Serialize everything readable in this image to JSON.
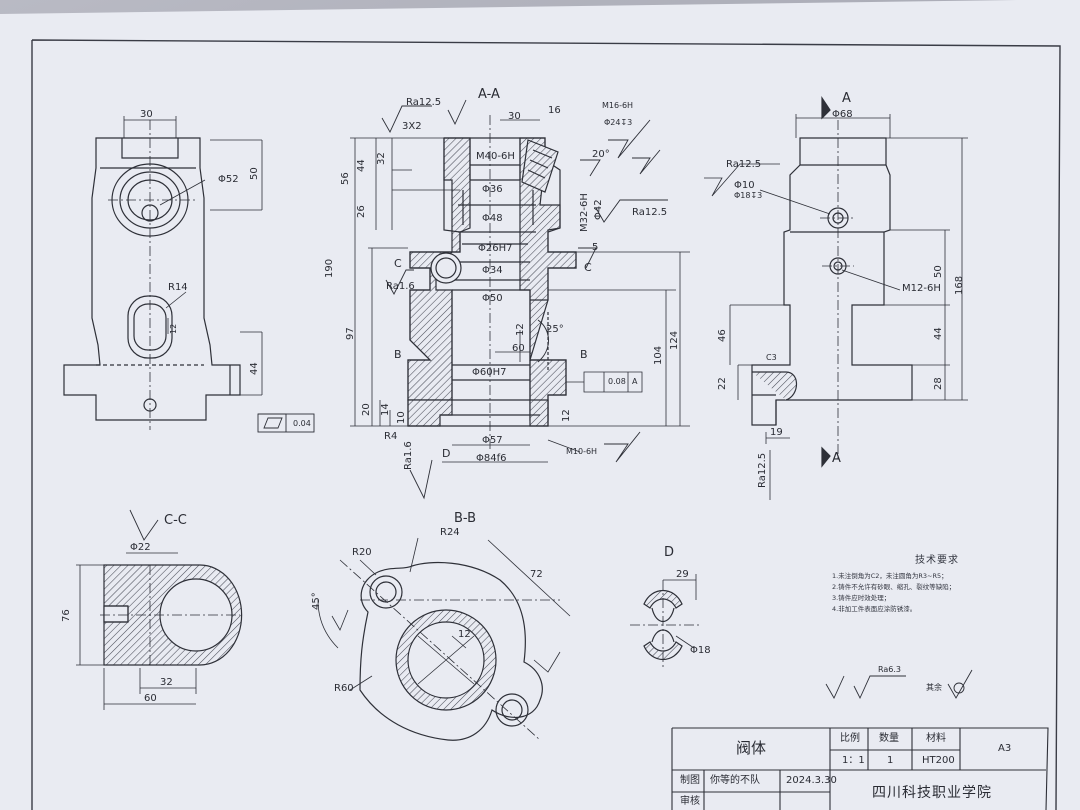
{
  "views": {
    "section_aa": "A-A",
    "arrow_a_top": "A",
    "arrow_a_bottom": "A",
    "section_bb": "B-B",
    "section_cc": "C-C",
    "view_d": "D",
    "marker_c_left": "C",
    "marker_c_right": "C",
    "marker_b_left": "B",
    "marker_b_right": "B",
    "marker_d": "D"
  },
  "dims_front": {
    "d30": "30",
    "d52": "Φ52",
    "d50": "50",
    "r14": "R14",
    "d12": "12",
    "d44": "44"
  },
  "dims_section": {
    "ra125": "Ra12.5",
    "chamfer": "3X2",
    "d30": "30",
    "d16": "16",
    "m16": "M16-6H",
    "depth24": "Φ24↧3",
    "ang20": "20°",
    "m40": "M40-6H",
    "d36": "Φ36",
    "d48": "Φ48",
    "m32": "M32-6H",
    "d42": "Φ42",
    "ra125b": "Ra12.5",
    "d26": "Φ26H7",
    "d5": "5",
    "d34": "Φ34",
    "ra16": "Ra1.6",
    "d50": "Φ50",
    "d12": "12",
    "ang25": "25°",
    "d60": "60",
    "d60h7": "Φ60H7",
    "d57": "Φ57",
    "d84": "Φ84f6",
    "m10": "M10-6H",
    "r4": "R4",
    "ra16b": "Ra1.6",
    "h190": "190",
    "h97": "97",
    "h56": "56",
    "h44": "44",
    "h32": "32",
    "h26": "26",
    "h20": "20",
    "h14": "14",
    "h10": "10",
    "h12": "12",
    "h104": "104",
    "h124": "124",
    "tol": "0.08",
    "tol_ref": "A",
    "flat_tol": "0.04"
  },
  "dims_side": {
    "d68": "Φ68",
    "ra125": "Ra12.5",
    "d10": "Φ10",
    "depth": "Φ18↧3",
    "m12": "M12-6H",
    "d50": "50",
    "d168": "168",
    "d44": "44",
    "d28": "28",
    "d46": "46",
    "c3": "C3",
    "d22": "22",
    "d19": "19",
    "ra125b": "Ra12.5"
  },
  "dims_cc": {
    "d22": "Φ22",
    "d76": "76",
    "d32": "32",
    "d60": "60"
  },
  "dims_bb": {
    "r20": "R20",
    "r24": "R24",
    "d72": "72",
    "ang45": "45°",
    "d12": "12",
    "r60": "R60"
  },
  "dims_d": {
    "d29": "29",
    "d18": "Φ18"
  },
  "tech_req": {
    "title": "技术要求",
    "items": [
      "1.未注倒角为C2，未注圆角为R3~R5；",
      "2.铸件不允许有砂眼、缩孔、裂纹等缺陷；",
      "3.铸件应时效处理；",
      "4.非加工件表面应涂防锈漆。"
    ]
  },
  "roughness_note": {
    "ra63": "Ra6.3",
    "rest": "其余"
  },
  "title_block": {
    "part_name": "阀体",
    "scale_label": "比例",
    "qty_label": "数量",
    "material_label": "材料",
    "sheet_size": "A3",
    "scale_value": "1：1",
    "qty_value": "1",
    "material_value": "HT200",
    "drawn_label": "制图",
    "drawer_name": "你等的不队",
    "date": "2024.3.30",
    "review_label": "审核",
    "school": "四川科技职业学院"
  },
  "colors": {
    "paper": "#e9ebf2",
    "ink": "#2a2c34",
    "hatch": "#4a4d58",
    "background": "#9a9ca6"
  }
}
